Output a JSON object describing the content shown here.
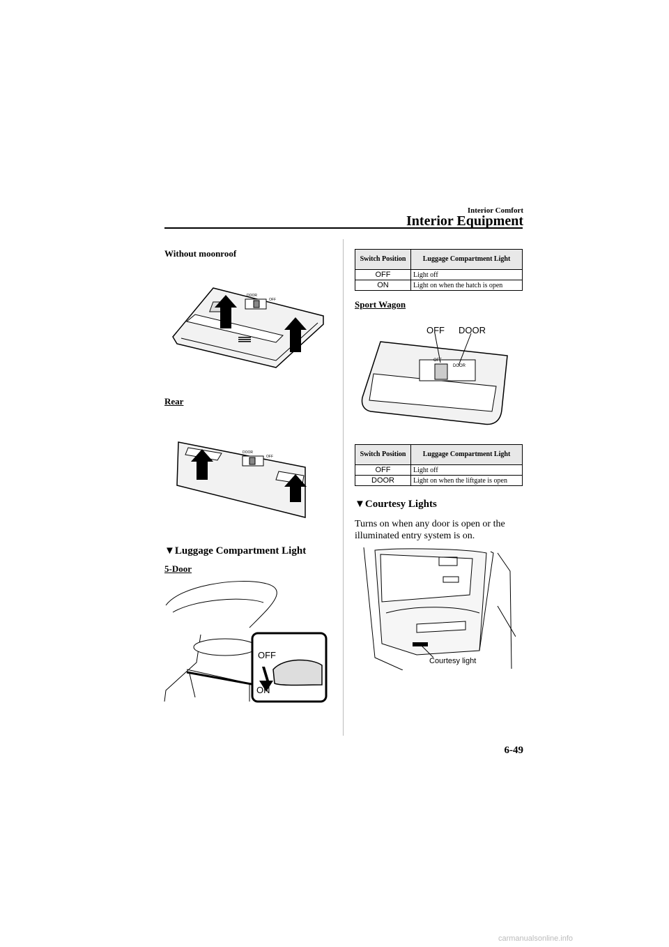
{
  "header": {
    "section": "Interior Comfort",
    "title": "Interior Equipment"
  },
  "left": {
    "without_moonroof": "Without moonroof",
    "rear": "Rear",
    "luggage_heading": "Luggage Compartment Light",
    "five_door": "5-Door",
    "fig_off": "OFF",
    "fig_on": "ON",
    "switch_door": "DOOR",
    "switch_off": "OFF"
  },
  "right": {
    "table1": {
      "col1": "Switch Position",
      "col2": "Luggage Compartment Light",
      "rows": [
        {
          "pos": "OFF",
          "desc": "Light off"
        },
        {
          "pos": "ON",
          "desc": "Light on when the hatch is open"
        }
      ]
    },
    "sport_wagon": "Sport Wagon",
    "fig_off": "OFF",
    "fig_door": "DOOR",
    "table2": {
      "col1": "Switch Position",
      "col2": "Luggage Compartment Light",
      "rows": [
        {
          "pos": "OFF",
          "desc": "Light off"
        },
        {
          "pos": "DOOR",
          "desc": "Light on when the liftgate is open"
        }
      ]
    },
    "courtesy_heading": "Courtesy Lights",
    "courtesy_body": "Turns on when any door is open or the illuminated entry system is on.",
    "courtesy_label": "Courtesy light"
  },
  "heading_marker": "▼",
  "footer": {
    "page_number": "6-49",
    "watermark": "carmanualsonline.info"
  }
}
